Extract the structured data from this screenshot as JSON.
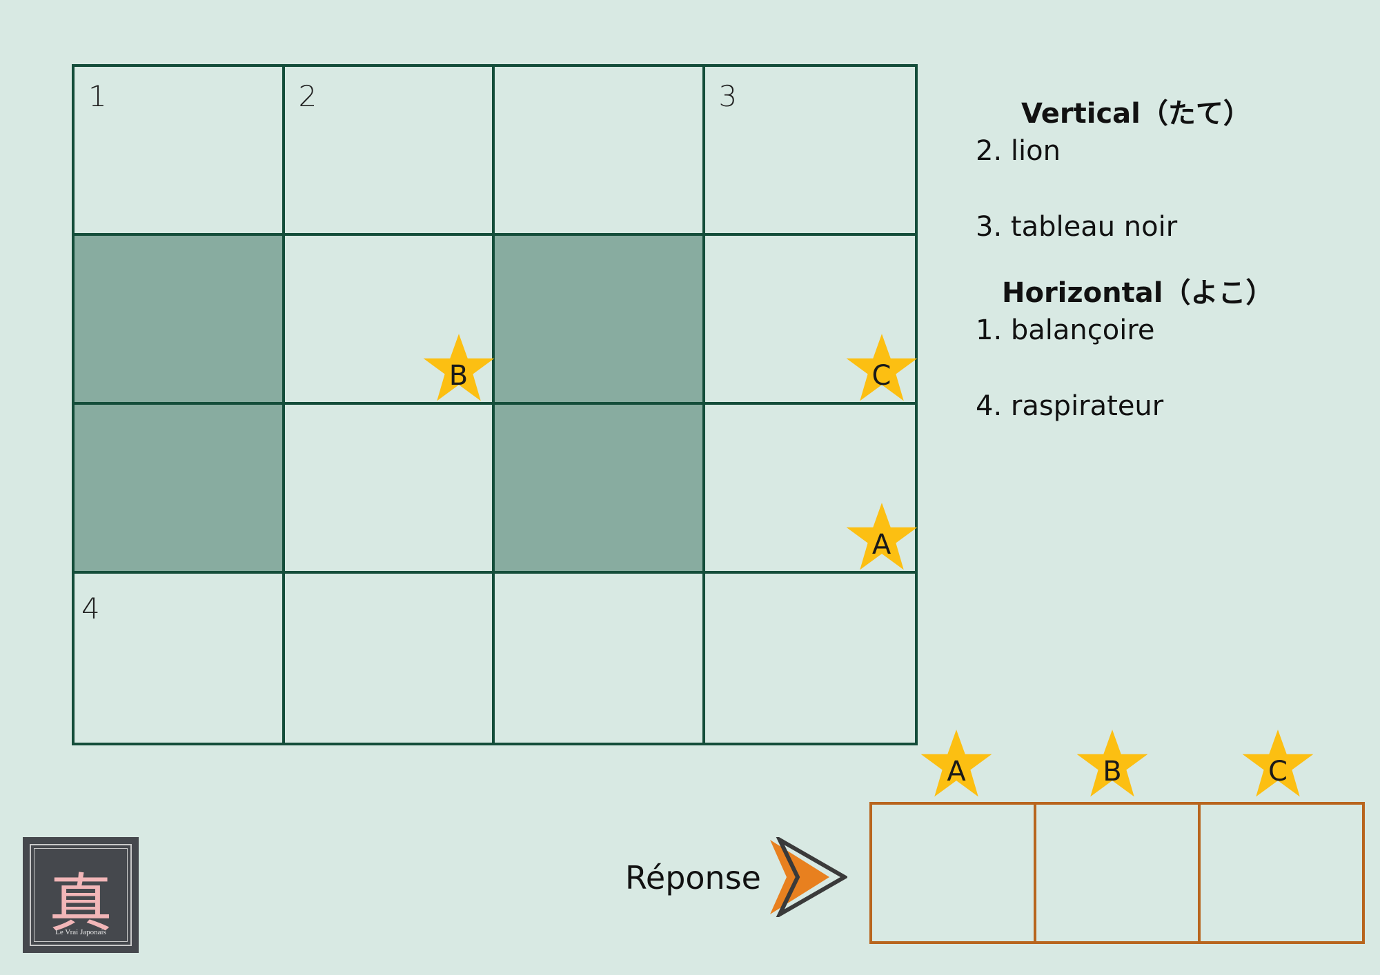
{
  "grid": {
    "rows": 4,
    "cols": 4,
    "blocked_cells": [
      [
        2,
        1
      ],
      [
        2,
        3
      ],
      [
        3,
        1
      ],
      [
        3,
        3
      ]
    ],
    "cell_numbers": [
      {
        "row": 1,
        "col": 1,
        "label": "1"
      },
      {
        "row": 1,
        "col": 2,
        "label": "2"
      },
      {
        "row": 1,
        "col": 4,
        "label": "3"
      },
      {
        "row": 4,
        "col": 1,
        "label": "4"
      }
    ],
    "markers": [
      {
        "label": "B",
        "row": 2,
        "col": 2
      },
      {
        "label": "C",
        "row": 2,
        "col": 4
      },
      {
        "label": "A",
        "row": 3,
        "col": 4
      }
    ]
  },
  "clues": {
    "vertical_heading": "Vertical（たて）",
    "vertical": [
      "2. lion",
      "3. tableau noir"
    ],
    "horizontal_heading": "Horizontal（よこ）",
    "horizontal": [
      "1. balançoire",
      "4. raspirateur"
    ]
  },
  "answer": {
    "label": "Réponse",
    "slots": [
      "A",
      "B",
      "C"
    ]
  },
  "logo": {
    "kanji": "真",
    "text": "Le Vrai Japonais"
  },
  "colors": {
    "background": "#d8e9e3",
    "grid_line": "#144d3a",
    "blocked": "#88aca0",
    "star": "#fcbf12",
    "answer_border": "#b8651e",
    "arrow": "#e8801f"
  }
}
